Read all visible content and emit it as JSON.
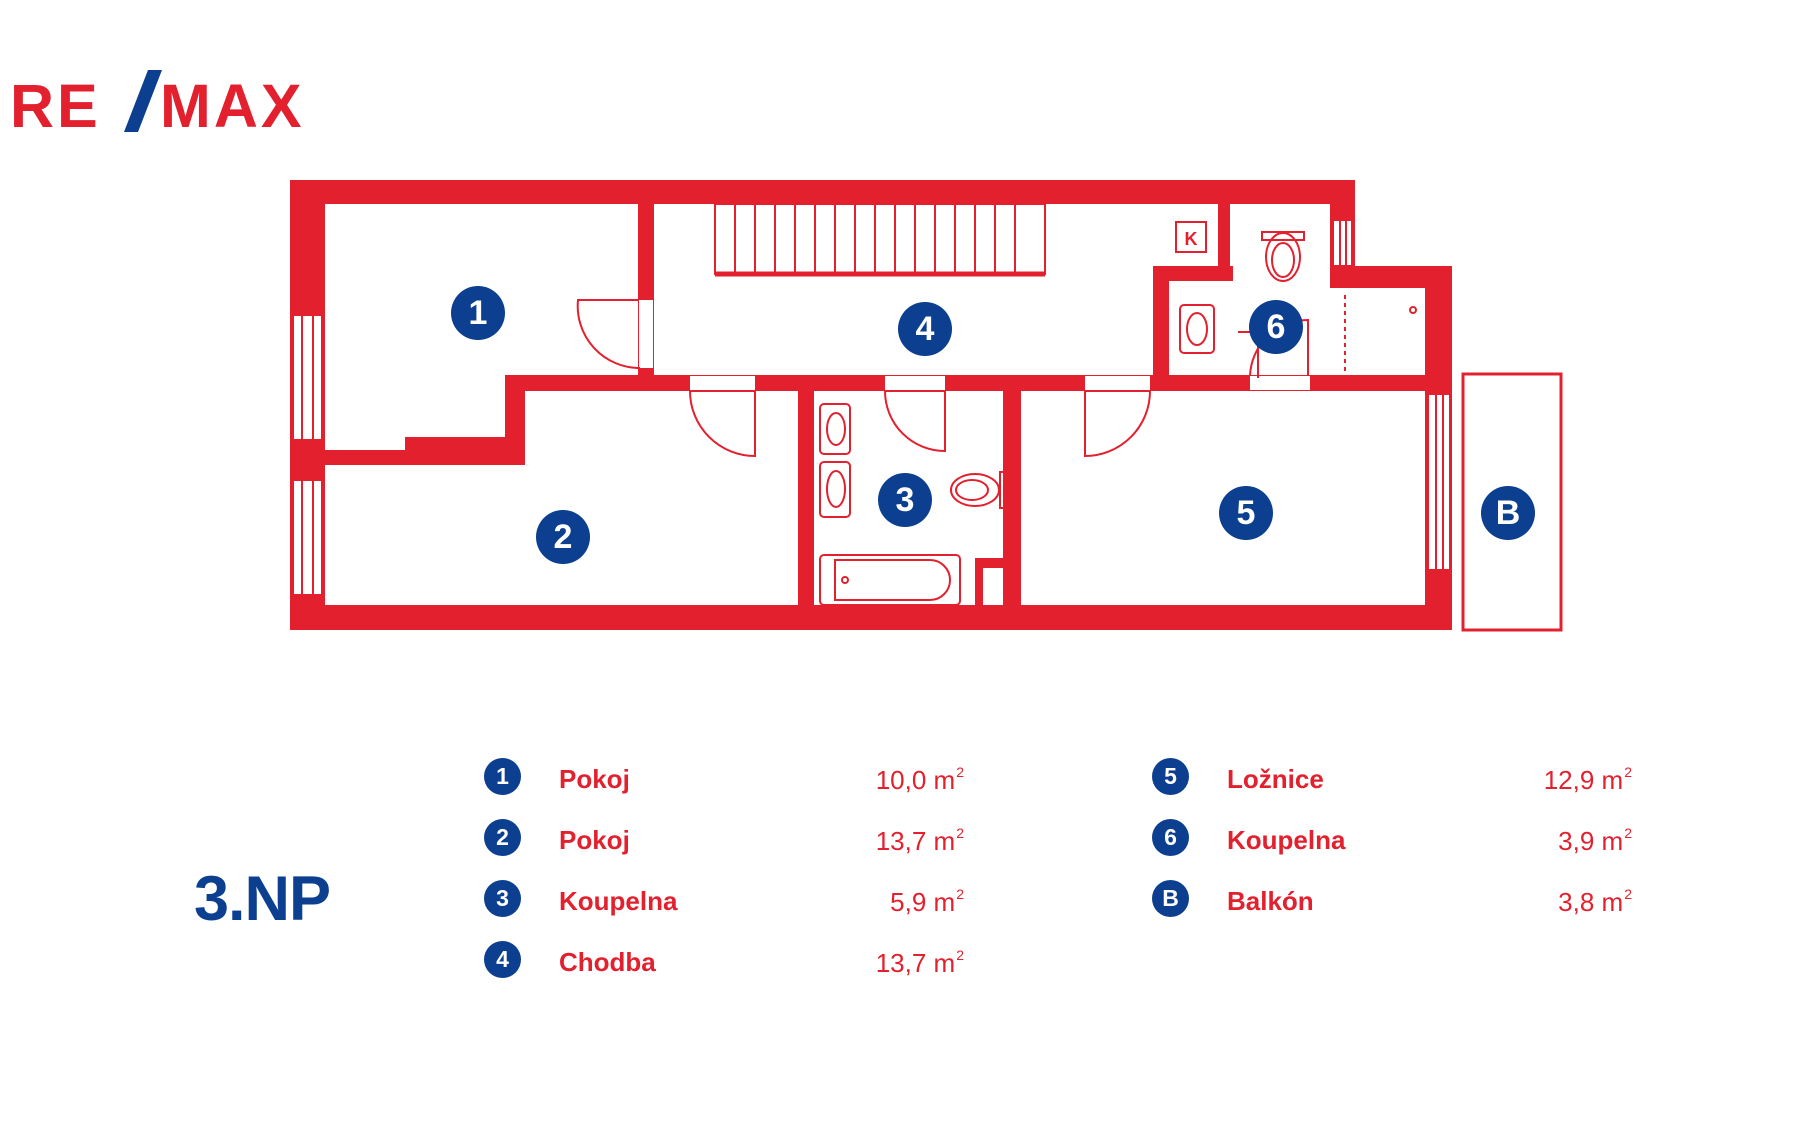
{
  "brand": {
    "logo_left": "RE",
    "logo_right": "MAX",
    "accent_red": "#e3202e",
    "accent_blue": "#0c3f8f"
  },
  "floor": {
    "label": "3.NP"
  },
  "plan": {
    "room_badges": [
      "1",
      "2",
      "3",
      "4",
      "5",
      "6",
      "B"
    ],
    "kitchen_mark": "K"
  },
  "legend": {
    "left": [
      {
        "num": "1",
        "name": "Pokoj",
        "area": "10,0 m",
        "unit_sup": "2"
      },
      {
        "num": "2",
        "name": "Pokoj",
        "area": "13,7 m",
        "unit_sup": "2"
      },
      {
        "num": "3",
        "name": "Koupelna",
        "area": "5,9 m",
        "unit_sup": "2"
      },
      {
        "num": "4",
        "name": "Chodba",
        "area": "13,7 m",
        "unit_sup": "2"
      }
    ],
    "right": [
      {
        "num": "5",
        "name": "Ložnice",
        "area": "12,9 m",
        "unit_sup": "2"
      },
      {
        "num": "6",
        "name": "Koupelna",
        "area": "3,9 m",
        "unit_sup": "2"
      },
      {
        "num": "B",
        "name": "Balkón",
        "area": "3,8 m",
        "unit_sup": "2"
      }
    ]
  }
}
